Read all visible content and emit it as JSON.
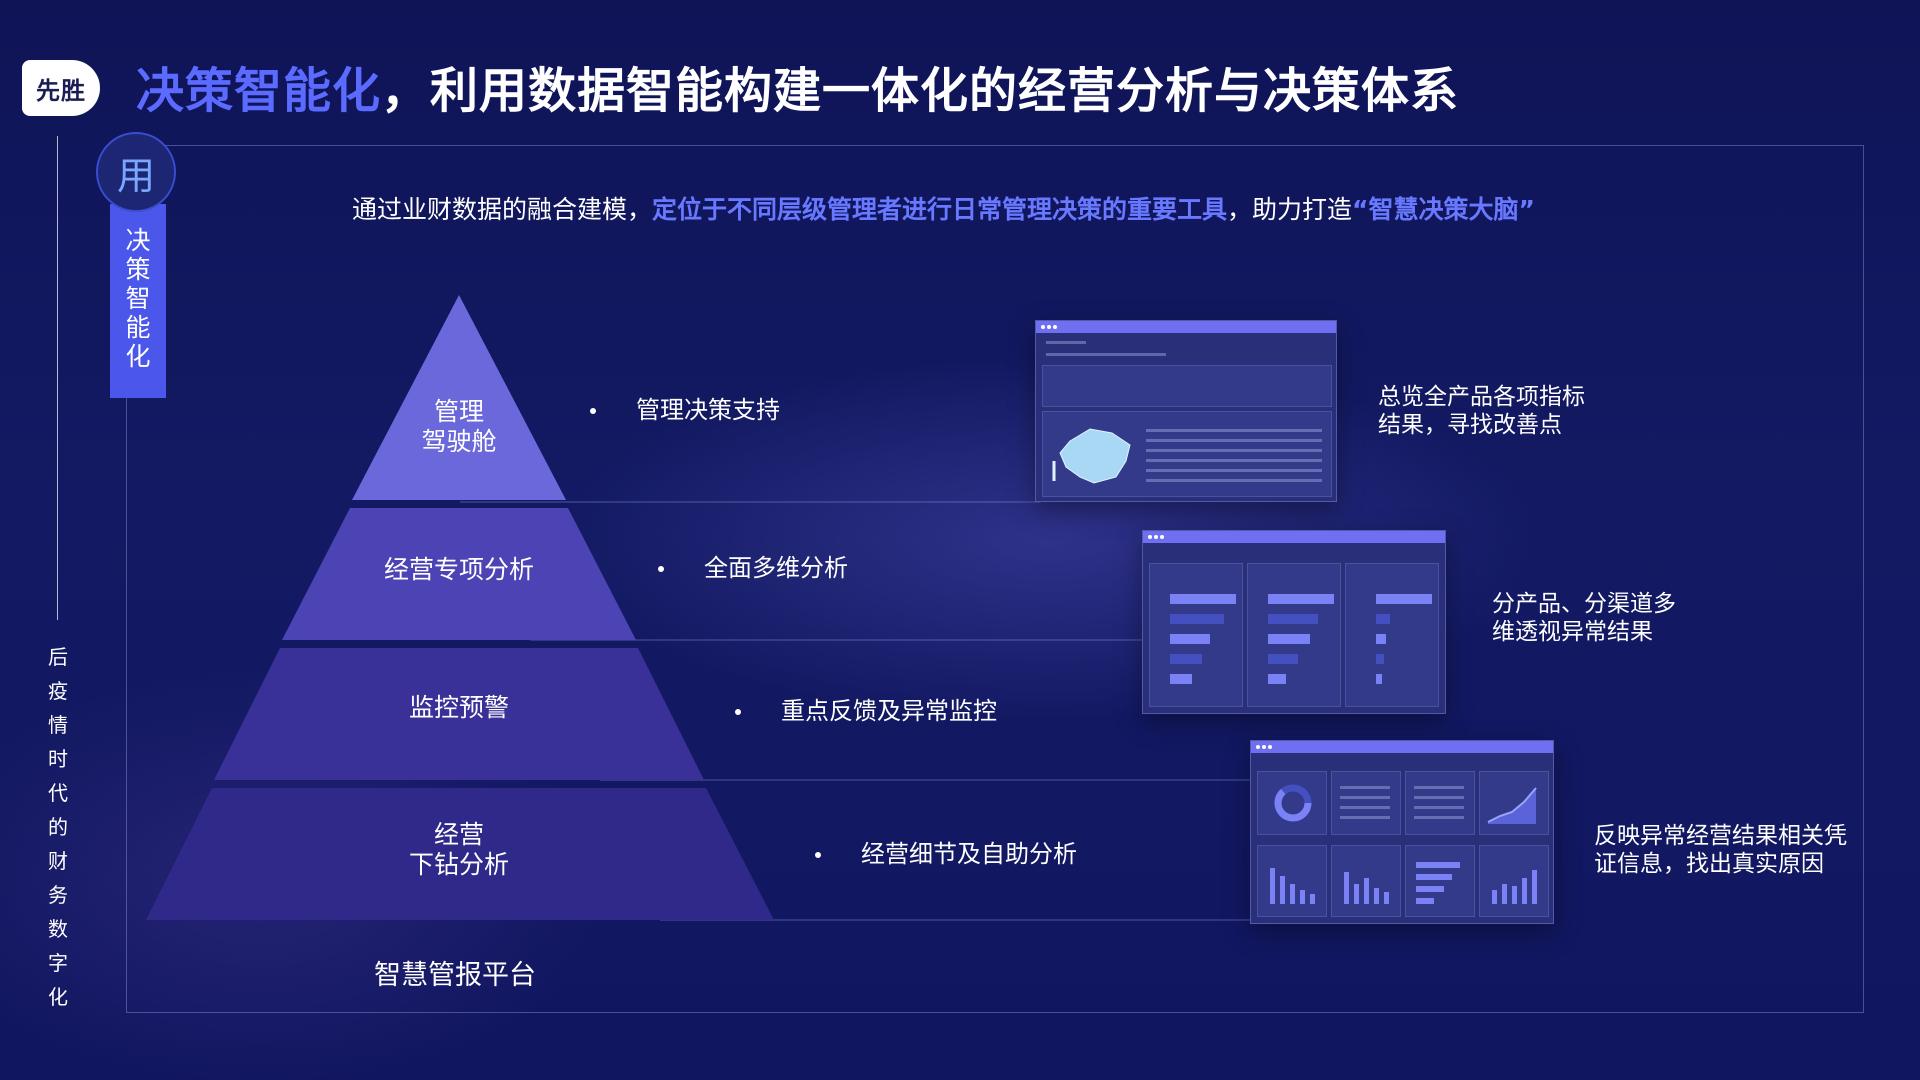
{
  "logo": {
    "text": "先胜"
  },
  "title": {
    "highlight": "决策智能化",
    "rest": "，利用数据智能构建一体化的经营分析与决策体系"
  },
  "side_caption": [
    "后",
    "疫",
    "情",
    "时",
    "代",
    "的",
    "财",
    "务",
    "数",
    "字",
    "化"
  ],
  "badge": {
    "char": "用",
    "vertical_text": [
      "决",
      "策",
      "智",
      "能",
      "化"
    ]
  },
  "subtitle": {
    "part1": "通过业财数据的融合建模，",
    "highlight1": "定位于不同层级管理者进行日常管理决策的重要工具",
    "part2": "，助力打造",
    "highlight2": "“智慧决策大脑”"
  },
  "pyramid": {
    "colors": [
      "#6b68dc",
      "#4c44b4",
      "#3a3198",
      "#2f2a8a"
    ],
    "tiers": [
      {
        "label_line1": "管理",
        "label_line2": "驾驶舱",
        "bullet": "管理决策支持"
      },
      {
        "label_line1": "经营专项分析",
        "label_line2": "",
        "bullet": "全面多维分析",
        "desc_line1": "分产品、分渠道多",
        "desc_line2": "维透视异常结果"
      },
      {
        "label_line1": "监控预警",
        "label_line2": "",
        "bullet": "重点反馈及异常监控"
      },
      {
        "label_line1": "经营",
        "label_line2": "下钻分析",
        "bullet": "经营细节及自助分析",
        "desc_line1": "反映异常经营结果相关凭",
        "desc_line2": "证信息，找出真实原因"
      }
    ],
    "cockpit_desc_line1": "总览全产品各项指标",
    "cockpit_desc_line2": "结果，寻找改善点"
  },
  "platform": "智慧管报平台",
  "icons": [
    "map-icon",
    "donut-chart-icon",
    "bar-chart-icon",
    "line-chart-icon"
  ]
}
